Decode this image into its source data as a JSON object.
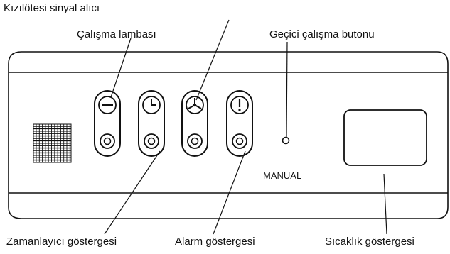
{
  "labels": {
    "ir_receiver": "Kızılötesi sinyal alıcı",
    "work_lamp": "Çalışma lambası",
    "temp_button": "Geçici çalışma butonu",
    "manual": "MANUAL",
    "timer_indicator": "Zamanlayıcı göstergesi",
    "alarm_indicator": "Alarm göstergesi",
    "temp_indicator": "Sıcaklık göstergesi"
  },
  "indicators": [
    {
      "icon": "power-icon"
    },
    {
      "icon": "clock-icon"
    },
    {
      "icon": "fan-icon"
    },
    {
      "icon": "alarm-icon"
    }
  ]
}
